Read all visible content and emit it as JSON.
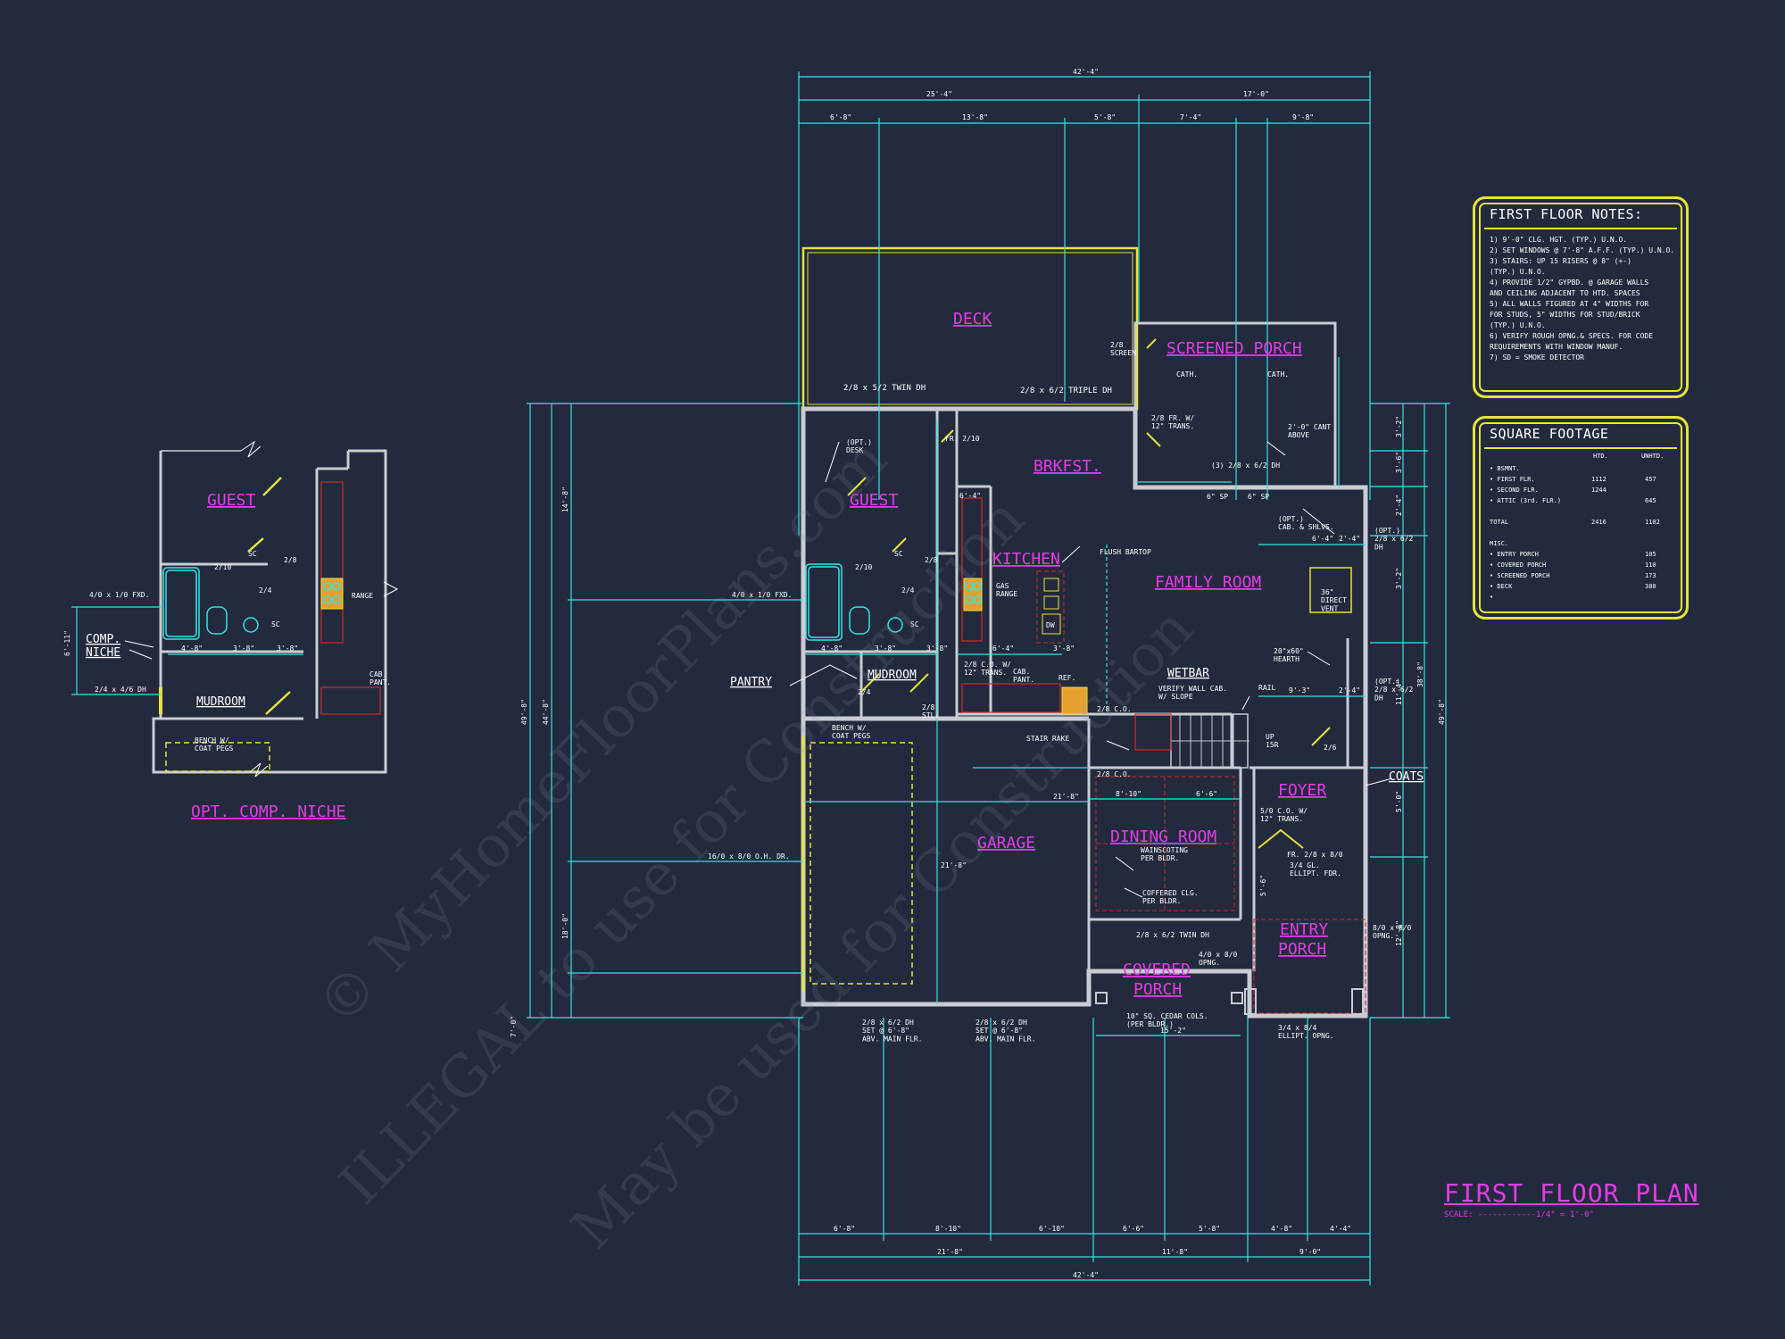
{
  "watermark": {
    "line1": "© MyHomeFloorPlans.com",
    "line2": "ILLEGAL to use for Construction",
    "line3": "May be used for Construction"
  },
  "plan_title": "FIRST FLOOR PLAN",
  "plan_scale": "SCALE: ------------1/4\" = 1'-0\"",
  "niche_title": "OPT. COMP. NICHE",
  "rooms": {
    "deck": "DECK",
    "screened_porch": "SCREENED PORCH",
    "brkfst": "BRKFST.",
    "guest": "GUEST",
    "kitchen": "KITCHEN",
    "family_room": "FAMILY ROOM",
    "mudroom": "MUDROOM",
    "garage": "GARAGE",
    "dining_room": "DINING ROOM",
    "foyer": "FOYER",
    "entry_porch_1": "ENTRY",
    "entry_porch_2": "PORCH",
    "covered_porch_1": "COVERED",
    "covered_porch_2": "PORCH",
    "niche_guest": "GUEST",
    "niche_mudroom": "MUDROOM"
  },
  "dims": {
    "overall": "42'-4\"",
    "top_a": "25'-4\"",
    "top_b": "17'-0\"",
    "top_1": "6'-8\"",
    "top_2": "13'-8\"",
    "top_3": "5'-8\"",
    "top_4": "7'-4\"",
    "top_5": "9'-8\"",
    "bot_1": "6'-8\"",
    "bot_2": "8'-10\"",
    "bot_3": "6'-10\"",
    "bot_4": "6'-6\"",
    "bot_5": "5'-8\"",
    "bot_6": "4'-8\"",
    "bot_7": "4'-4\"",
    "bot_a": "21'-8\"",
    "bot_b": "11'-8\"",
    "bot_c": "9'-0\"",
    "bot_overall": "42'-4\"",
    "left_overall": "49'-8\"",
    "left_2": "44'-8\"",
    "left_a": "14'-8\"",
    "left_b": "18'-0\"",
    "left_c": "7'-0\"",
    "right_overall": "49'-8\"",
    "right_2": "38'-8\"",
    "right_1": "3'-2\"",
    "right_2b": "3'-6\"",
    "right_3": "2'-4\"",
    "right_4": "3'-2\"",
    "right_5": "11'-4\"",
    "right_6": "5'-0\"",
    "right_7": "12'-8\"",
    "right_8": "5'-6\"",
    "garage_w": "21'-8\"",
    "garage_d": "21'-8\"",
    "fam_1": "2'-4\"",
    "fam_2": "9'-3\"",
    "fam_3": "2'-4\"",
    "k_1": "6'-4\"",
    "k_2": "3'-8\"",
    "d_1": "8'-10\"",
    "d_2": "6'-6\"",
    "cp_1": "15'-2\"",
    "m_1": "4'-8\"",
    "m_2": "3'-8\"",
    "m_3": "3'-8\"",
    "s_1": "6'-4\"",
    "s_2": "6'-4\""
  },
  "labels": {
    "twin_dh": "2/8 x 5/2 TWIN DH",
    "triple_dh": "2/8 x 6/2 TRIPLE DH",
    "screen": "2/8\nSCREEN",
    "cath1": "CATH.",
    "cath2": "CATH.",
    "fr_trans": "2/8 FR. W/\n12\" TRANS.",
    "cant": "2'-0\" CANT\nABOVE",
    "sp_dh": "(3) 2/8 x 6/2 DH",
    "sp_5": "6\" SP",
    "sp_6": "6\" SP",
    "opt_desk": "(OPT.)\nDESK",
    "fr_210": "FR. 2/10",
    "opt_cab": "(OPT.)\nCAB. & SHLVS.",
    "opt_dh1": "(OPT.)\n2/8 x 6/2\nDH",
    "opt_dh2": "(OPT.)\n2/8 x 6/2\nDH",
    "flush_bartop": "FLUSH BARTOP",
    "gas_range": "GAS\nRANGE",
    "dw": "DW",
    "direct_vent": "36\"\nDIRECT\nVENT",
    "hearth": "20\"x60\"\nHEARTH",
    "fxd": "4/0 x 1/0 FXD.",
    "pantry": "PANTRY",
    "co_trans": "2/8 C.O. W/\n12\" TRANS.",
    "cab_pant": "CAB.\nPANT.",
    "ref": "REF.",
    "wetbar": "WETBAR",
    "verify": "VERIFY WALL CAB.\nW/ SLOPE",
    "rail": "RAIL",
    "up": "UP\n15R",
    "co_1": "2/8 C.O.",
    "co_2": "2/8 C.O.",
    "stair_rake": "STAIR RAKE",
    "bench": "BENCH W/\nCOAT PEGS",
    "stl": "2/8\nSTL.",
    "coats": "COATS",
    "foyer_co": "5/0 C.O. W/\n12\" TRANS.",
    "fr_entry": "FR. 2/8 x 8/0",
    "ellipt_fdr": "3/4 GL.\nELLIPT. FDR.",
    "oh_dr": "16/0 x 8/0 O.H. DR.",
    "wainscot": "WAINSCOTING\nPER BLDR.",
    "coffered": "COFFERED CLG.\nPER BLDR.",
    "dp_twin": "2/8 x 6/2 TWIN DH",
    "opng": "4/0 x 8/0\nOPNG.",
    "cedar": "10\" SQ. CEDAR COLS.\n(PER BLDR.)",
    "garage_dh1": "2/8 x 6/2 DH\nSET @ 6'-8\"\nABV. MAIN FLR.",
    "garage_dh2": "2/8 x 6/2 DH\nSET @ 6'-8\"\nABV. MAIN FLR.",
    "ellipt_opng": "3/4 x 8/4\nELLIPT. OPNG.",
    "opng_side": "8/0 x 8/0\nOPNG.",
    "sc": "SC",
    "d210": "2/10",
    "d28": "2/8",
    "d24": "2/4",
    "d26": "2/6",
    "niche_fxd": "4/0 x 1/0 FXD.",
    "niche_dh": "2/4 x 4/6 DH",
    "comp_niche": "COMP.\nNICHE",
    "niche_range": "RANGE",
    "niche_cab": "CAB.\nPANT.",
    "niche_bench": "BENCH W/\nCOAT PEGS",
    "niche_6": "6'-11\"",
    "niche_d1": "4'-8\"",
    "niche_d2": "3'-8\"",
    "niche_d3": "3'-8\""
  },
  "notes": {
    "title": "FIRST FLOOR NOTES:",
    "items": [
      "1) 9'-0\" CLG. HGT. (TYP.) U.N.O.",
      "2) SET WINDOWS @ 7'-8\" A.F.F. (TYP.) U.N.O.",
      "3) STAIRS: UP 15 RISERS @ 8\" (+-)",
      "    (TYP.) U.N.O.",
      "4) PROVIDE 1/2\" GYPBD. @ GARAGE WALLS",
      "    AND CEILING ADJACENT TO HTD. SPACES",
      "5) ALL WALLS FIGURED AT 4\" WIDTHS FOR",
      "    FOR STUDS, 5\" WIDTHS FOR STUD/BRICK",
      "    (TYP.) U.N.O.",
      "6) VERIFY ROUGH OPNG.& SPECS. FOR CODE",
      "    REQUIREMENTS WITH WINDOW MANUF.",
      "7) SD = SMOKE DETECTOR"
    ]
  },
  "sqft": {
    "title": "SQUARE FOOTAGE",
    "col_htd": "HTD.",
    "col_unhtd": "UNHTD.",
    "rows": [
      {
        "name": "• BSMNT.",
        "htd": "",
        "unhtd": ""
      },
      {
        "name": "• FIRST FLR.",
        "htd": "1112",
        "unhtd": "457"
      },
      {
        "name": "• SECOND FLR.",
        "htd": "1244",
        "unhtd": ""
      },
      {
        "name": "• ATTIC (3rd. FLR.)",
        "htd": "",
        "unhtd": "645"
      },
      {
        "name": "",
        "htd": "",
        "unhtd": ""
      },
      {
        "name": "TOTAL",
        "htd": "2416",
        "unhtd": "1102"
      },
      {
        "name": "",
        "htd": "",
        "unhtd": ""
      },
      {
        "name": "MISC.",
        "htd": "",
        "unhtd": ""
      },
      {
        "name": "• ENTRY PORCH",
        "htd": "",
        "unhtd": "105"
      },
      {
        "name": "• COVERED PORCH",
        "htd": "",
        "unhtd": "110"
      },
      {
        "name": "• SCREENED PORCH",
        "htd": "",
        "unhtd": "173"
      },
      {
        "name": "• DECK",
        "htd": "",
        "unhtd": "380"
      },
      {
        "name": "•",
        "htd": "",
        "unhtd": ""
      }
    ]
  }
}
